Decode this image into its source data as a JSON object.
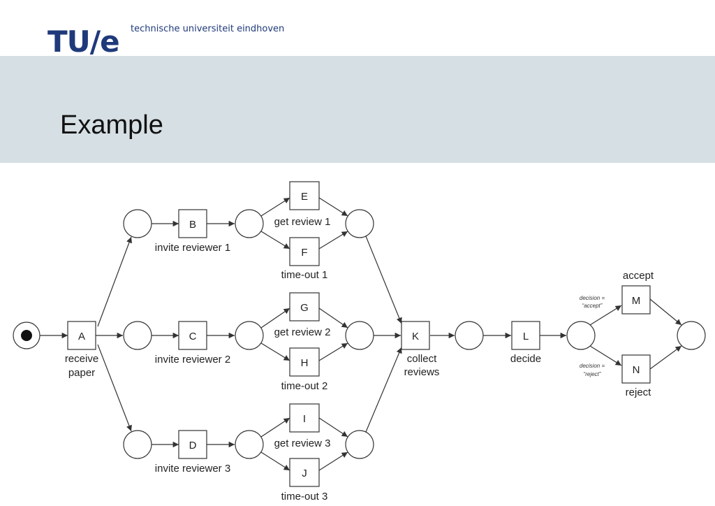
{
  "header": {
    "logo_mark": "TU/e",
    "logo_text": "technische universiteit eindhoven",
    "title": "Example"
  },
  "diagram": {
    "transitions": {
      "A": {
        "label": "A",
        "caption": [
          "receive",
          "paper"
        ]
      },
      "B": {
        "label": "B",
        "caption": [
          "invite reviewer 1"
        ]
      },
      "C": {
        "label": "C",
        "caption": [
          "invite reviewer 2"
        ]
      },
      "D": {
        "label": "D",
        "caption": [
          "invite reviewer 3"
        ]
      },
      "E": {
        "label": "E",
        "caption": [
          "get review 1"
        ]
      },
      "F": {
        "label": "F",
        "caption": [
          "time-out 1"
        ]
      },
      "G": {
        "label": "G",
        "caption": [
          "get review 2"
        ]
      },
      "H": {
        "label": "H",
        "caption": [
          "time-out 2"
        ]
      },
      "I": {
        "label": "I",
        "caption": [
          "get review 3"
        ]
      },
      "J": {
        "label": "J",
        "caption": [
          "time-out 3"
        ]
      },
      "K": {
        "label": "K",
        "caption": [
          "collect",
          "reviews"
        ]
      },
      "L": {
        "label": "L",
        "caption": [
          "decide"
        ]
      },
      "M": {
        "label": "M",
        "caption": [
          "accept"
        ]
      },
      "N": {
        "label": "N",
        "caption": [
          "reject"
        ]
      }
    },
    "guards": {
      "accept": [
        "decision =",
        "“accept”"
      ],
      "reject": [
        "decision =",
        "“reject”"
      ]
    }
  }
}
